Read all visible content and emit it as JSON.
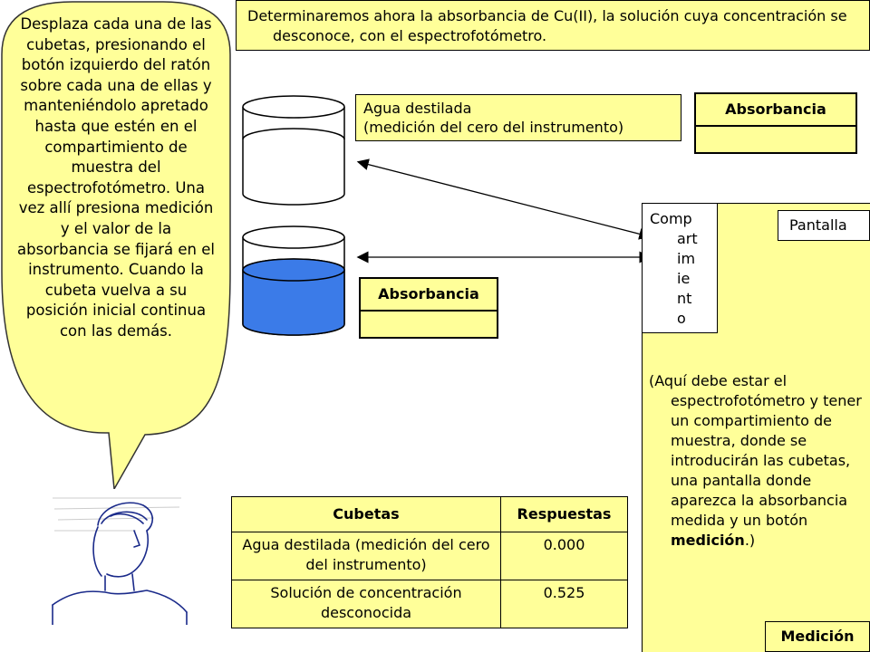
{
  "bubble": {
    "text": "Desplaza cada una de las cubetas, presionando el botón izquierdo del ratón sobre cada una de ellas y manteniéndolo apretado hasta que estén en el compartimiento de muestra del espectrofotómetro. Una vez allí presiona medición y el valor de la absorbancia se fijará en el instrumento. Cuando la cubeta vuelva a su posición inicial continua con las demás."
  },
  "instruction": {
    "text": "Determinaremos ahora la absorbancia de Cu(II), la solución cuya concentración se desconoce, con el espectrofotómetro."
  },
  "water": {
    "label_line1": "Agua destilada",
    "label_line2": "(medición del cero del instrumento)"
  },
  "absorbance_boxes": [
    {
      "header": "Absorbancia",
      "value": ""
    },
    {
      "header": "Absorbancia",
      "value": ""
    }
  ],
  "spectrophotometer": {
    "compartment_first": "Comp",
    "compartment_rest": [
      "art",
      "im",
      "ie",
      "nt",
      "o"
    ],
    "screen_label": "Pantalla",
    "description_pre": "(Aquí debe estar el espectrofotómetro y tener un compartimiento de muestra, donde se introducirán las cubetas, una pantalla donde aparezca la absorbancia medida y un botón ",
    "description_bold": "medición",
    "description_post": ".)",
    "button_label": "Medición"
  },
  "table": {
    "headers": [
      "Cubetas",
      "Respuestas"
    ],
    "rows": [
      {
        "sample": "Agua destilada (medición del cero del instrumento)",
        "answer": "0.000"
      },
      {
        "sample": "Solución de concentración desconocida",
        "answer": "0.525"
      }
    ]
  },
  "colors": {
    "panel_yellow": "#ffff99",
    "solution_blue": "#3b7be8"
  }
}
